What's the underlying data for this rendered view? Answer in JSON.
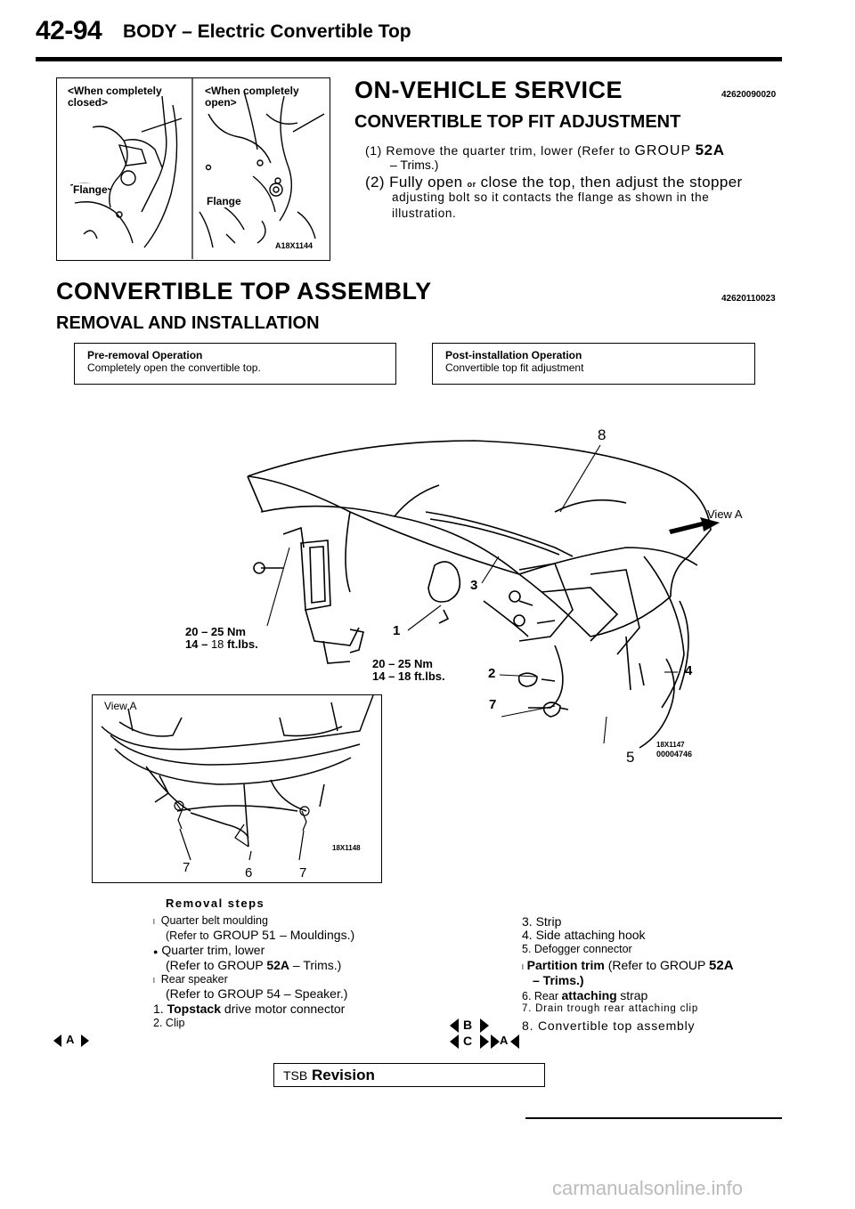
{
  "header": {
    "page_number": "42-94",
    "title": "BODY – Electric Convertible Top"
  },
  "fig1": {
    "closed_label_1": "<When completely",
    "closed_label_2": "closed>",
    "open_label_1": "<When completely",
    "open_label_2": "open>",
    "flange_left": "Flange",
    "flange_right": "Flange",
    "code": "A18X1144"
  },
  "on_vehicle": {
    "title": "ON-VEHICLE SERVICE",
    "code": "42620090020",
    "subtitle": "CONVERTIBLE TOP FIT ADJUSTMENT",
    "step1_a": "(1) Remove the quarter trim, lower (Refer to",
    "step1_group": "GROUP",
    "step1_group_num": "52A",
    "step1_b": "– Trims.)",
    "step2_a": "(2) Fully open",
    "step2_or": "or",
    "step2_b": "close the top, then adjust the stopper",
    "step2_c": "adjusting bolt so it contacts the flange as shown in the",
    "step2_d": "illustration."
  },
  "assembly": {
    "title": "CONVERTIBLE TOP ASSEMBLY",
    "code": "42620110023",
    "subtitle": "REMOVAL AND INSTALLATION",
    "pre_heading": "Pre-removal Operation",
    "pre_text": "Completely open the convertible top.",
    "post_heading": "Post-installation Operation",
    "post_text": "Convertible top fit adjustment"
  },
  "fig2": {
    "callout_8": "8",
    "callout_1": "1",
    "callout_2": "2",
    "callout_3": "3",
    "callout_4": "4",
    "callout_5": "5",
    "callout_7": "7",
    "view_a_arrow": "View A",
    "torque1_a": "20 – 25 Nm",
    "torque1_b_pre": "14 –",
    "torque1_b_num": "18",
    "torque1_b_unit": "ft.lbs.",
    "torque2_a": "20 – 25 Nm",
    "torque2_b": "14 – 18 ft.lbs.",
    "code_a": "18X1147",
    "code_b": "00004746",
    "inset_title": "View A",
    "inset_7a": "7",
    "inset_6": "6",
    "inset_7b": "7",
    "inset_code": "18X1148"
  },
  "removal": {
    "heading": "Removal steps",
    "left": [
      {
        "bullet": "l",
        "text": "Quarter belt moulding"
      },
      {
        "text": "(Refer to",
        "group": "GROUP 51",
        "rest": "– Mouldings.)"
      },
      {
        "bullet": "●",
        "text": "Quarter trim, lower"
      },
      {
        "text": "(Refer to GROUP",
        "group": "52A",
        "rest": "– Trims.)"
      },
      {
        "bullet": "l",
        "text": "Rear speaker"
      },
      {
        "text": "(Refer to GROUP 54 – Speaker.)"
      },
      {
        "num": "1.",
        "bold": "Topstack",
        "text": "drive motor connector"
      },
      {
        "num": "2.",
        "text": "Clip"
      }
    ],
    "right": [
      "3. Strip",
      "4. Side attaching hook",
      "5. Defogger connector",
      "Partition trim",
      "(Refer to GROUP",
      "52A",
      "– Trims.)",
      "6. Rear",
      "attaching",
      "strap",
      "7. Drain trough rear attaching clip",
      "8. Convertible top assembly"
    ],
    "marker_A": "A",
    "marker_B": "B",
    "marker_C": "C",
    "marker_A2": "A"
  },
  "footer": {
    "tsb": "TSB",
    "revision": "Revision",
    "watermark": "carmanualsonline.info"
  }
}
